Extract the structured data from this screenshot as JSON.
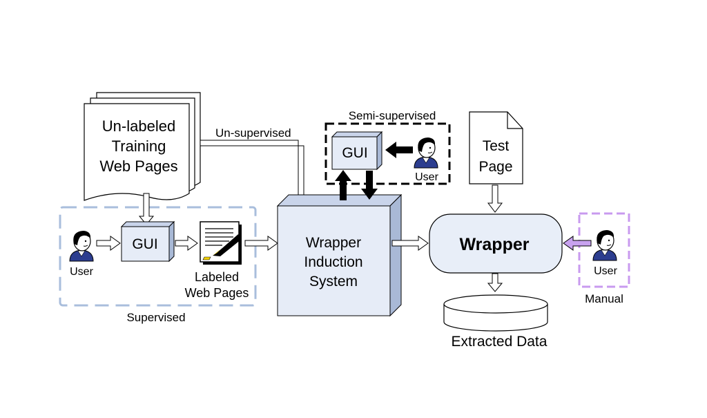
{
  "labels": {
    "unlabeled_pages": [
      "Un-labeled",
      "Training",
      "Web Pages"
    ],
    "unsupervised": "Un-supervised",
    "semisupervised": "Semi-supervised",
    "supervised": "Supervised",
    "gui": "GUI",
    "user": "User",
    "labeled_pages": [
      "Labeled",
      "Web Pages"
    ],
    "wis": [
      "Wrapper",
      "Induction",
      "System"
    ],
    "test_page": [
      "Test",
      "Page"
    ],
    "wrapper": "Wrapper",
    "manual": "Manual",
    "extracted_data": "Extracted Data"
  },
  "icons": {
    "user": "user-icon",
    "document": "labeled-document-icon",
    "database": "database-icon"
  },
  "colors": {
    "box_fill": "#e6ecf7",
    "box_side": "#a9b9d6",
    "box_top": "#c9d4ea",
    "supervised_dash": "#a9bedc",
    "manual_dash": "#c89aef",
    "manual_arrow": "#c8a2ef",
    "wrapper_fill": "#e8eef8"
  }
}
